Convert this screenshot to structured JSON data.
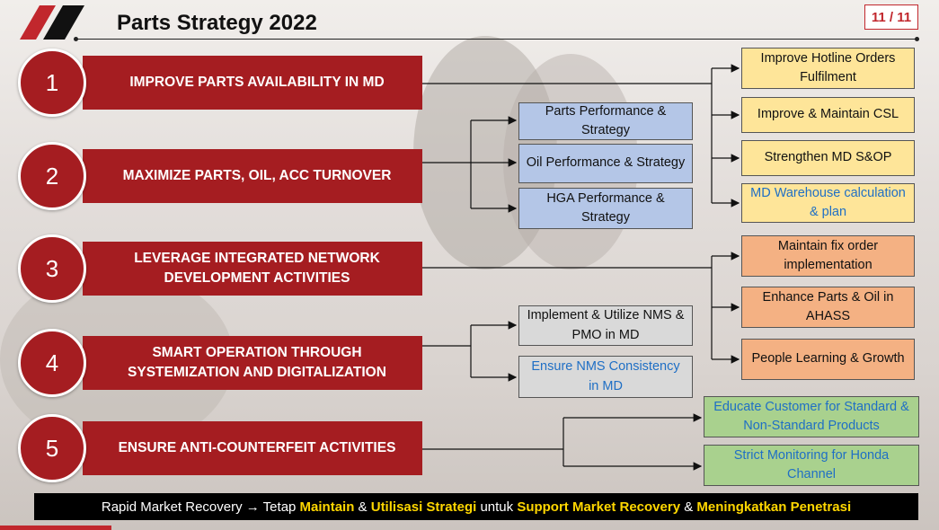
{
  "slide": {
    "title": "Parts Strategy 2022",
    "page_indicator": "11 / 11"
  },
  "strategies": [
    {
      "number": "1",
      "label": "IMPROVE PARTS AVAILABILITY IN MD"
    },
    {
      "number": "2",
      "label": "MAXIMIZE PARTS, OIL, ACC TURNOVER"
    },
    {
      "number": "3",
      "label": "LEVERAGE INTEGRATED NETWORK DEVELOPMENT ACTIVITIES"
    },
    {
      "number": "4",
      "label": "SMART OPERATION THROUGH SYSTEMIZATION AND DIGITALIZATION"
    },
    {
      "number": "5",
      "label": "ENSURE ANTI-COUNTERFEIT ACTIVITIES"
    }
  ],
  "mid_boxes": [
    {
      "label": "Parts Performance & Strategy"
    },
    {
      "label": "Oil Performance & Strategy"
    },
    {
      "label": "HGA Performance & Strategy"
    },
    {
      "label": "Implement & Utilize NMS & PMO in MD"
    },
    {
      "label": "Ensure NMS Consistency in MD"
    }
  ],
  "right_boxes": [
    {
      "label": "Improve Hotline Orders Fulfilment"
    },
    {
      "label": "Improve & Maintain CSL"
    },
    {
      "label": "Strengthen MD S&OP"
    },
    {
      "label": "MD Warehouse calculation & plan"
    },
    {
      "label": "Maintain fix order implementation"
    },
    {
      "label": "Enhance Parts & Oil in AHASS"
    },
    {
      "label": "People Learning & Growth"
    },
    {
      "label": "Educate Customer for Standard & Non-Standard Products"
    },
    {
      "label": "Strict Monitoring for Honda Channel"
    }
  ],
  "footer": {
    "part1": "Rapid Market Recovery ",
    "arrow": "→",
    "part2": " Tetap ",
    "hl1": "Maintain",
    "part3": " & ",
    "hl2": "Utilisasi Strategi",
    "part4": " untuk ",
    "hl3": "Support Market Recovery",
    "part5": " & ",
    "hl4": "Meningkatkan Penetrasi"
  },
  "colors": {
    "brand_red": "#a51d21",
    "accent_red": "#c1272d",
    "blue_box": "#b4c6e7",
    "yellow_box": "#fee599",
    "orange_box": "#f4b183",
    "gray_box": "#d9d9d9",
    "green_box": "#a9d18e",
    "footer_highlight": "#ffd700"
  }
}
